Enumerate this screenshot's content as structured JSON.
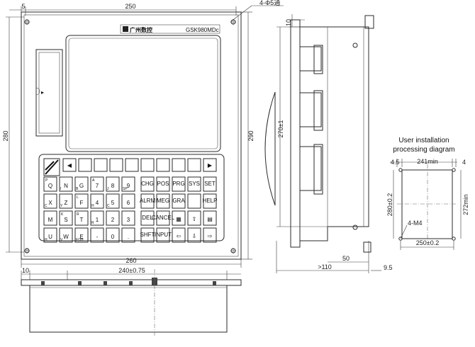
{
  "front_view": {
    "dims": {
      "margin_left": "5",
      "width_inner": "250",
      "holes": "4-Φ5通",
      "height_inner": "280",
      "height_outer": "290",
      "width_outer": "260"
    },
    "brand_text": "广州数控",
    "model_text": "GSK980MDc",
    "keypad": {
      "rows": [
        [
          {
            "sup": "P",
            "main": "Q",
            "sub": ""
          },
          {
            "sup": "",
            "main": "N",
            "sub": "I"
          },
          {
            "sup": "",
            "main": "G",
            "sub": "B"
          },
          {
            "sup": "A",
            "main": "7",
            "sub": ""
          },
          {
            "sup": "",
            "main": "8",
            "sub": "J"
          },
          {
            "sup": "",
            "main": "9",
            "sub": "SP"
          }
        ],
        [
          {
            "sup": "",
            "main": "X",
            "sub": "C"
          },
          {
            "sup": "",
            "main": "Z",
            "sub": "Y"
          },
          {
            "sup": "L",
            "main": "F",
            "sub": ""
          },
          {
            "sup": "",
            "main": "4",
            "sub": "H"
          },
          {
            "sup": "",
            "main": "5",
            "sub": "C"
          },
          {
            "sup": "",
            "main": "6",
            "sub": ""
          }
        ],
        [
          {
            "sup": "",
            "main": "M",
            "sub": ""
          },
          {
            "sup": "K",
            "main": "S",
            "sub": ""
          },
          {
            "sup": "R",
            "main": "T",
            "sub": ""
          },
          {
            "sup": "",
            "main": "1",
            "sub": "R"
          },
          {
            "sup": "",
            "main": "2",
            "sub": ""
          },
          {
            "sup": "",
            "main": "3",
            "sub": ""
          }
        ],
        [
          {
            "sup": "",
            "main": "U",
            "sub": "H"
          },
          {
            "sup": "",
            "main": "W",
            "sub": "V"
          },
          {
            "sup": "",
            "main": "E",
            "sub": "EOB"
          },
          {
            "sup": "",
            "main": "-",
            "sub": ""
          },
          {
            "sup": "",
            "main": "0",
            "sub": ""
          },
          {
            "sup": "",
            "main": ".",
            "sub": ""
          }
        ]
      ],
      "function_rows": [
        [
          "CHG",
          "POS",
          "PRG",
          "SYS",
          "SET"
        ],
        [
          "ALRM",
          "MEG",
          "GRA",
          "",
          "HELP"
        ],
        [
          "DEL",
          "CANCEL",
          "▦",
          "⇧",
          "▤"
        ],
        [
          "SHFT",
          "INPUT",
          "⇦",
          "⇩",
          "⇨"
        ]
      ]
    }
  },
  "side_view": {
    "dims": {
      "top": "10",
      "height": "270±1",
      "depth": "50",
      "total_depth": ">110",
      "flange": "9.5"
    }
  },
  "bottom_view": {
    "dims": {
      "left": "10",
      "hole_span": "240±0.75"
    }
  },
  "installation": {
    "title_line1": "User installation",
    "title_line2": "processing diagram",
    "dims": {
      "left": "4.5",
      "top_width": "241min",
      "right": "4",
      "height_min": "272min",
      "hole_pitch_v": "280±0.2",
      "thread": "4-M4",
      "hole_pitch_h": "250±0.2"
    }
  }
}
